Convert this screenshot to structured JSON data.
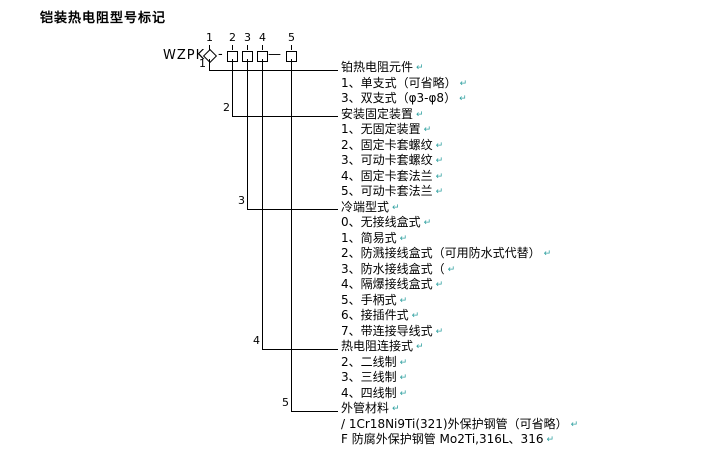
{
  "page": {
    "title": "铠装热电阻型号标记"
  },
  "formula": {
    "prefix": "WZPK",
    "hyphen": "-",
    "dash": "—",
    "callout_numbers": [
      "1",
      "2",
      "3",
      "4",
      "5"
    ]
  },
  "marks": {
    "return_char": "↵"
  },
  "colors": {
    "line": "#000000",
    "return_mark": "#2fa0a0",
    "background": "#ffffff",
    "text": "#000000"
  },
  "sections": [
    {
      "num": "1",
      "title": "铂热电阻元件",
      "items": [
        "1、单支式（可省略）",
        "3、双支式（φ3-φ8）"
      ]
    },
    {
      "num": "2",
      "title": "安装固定装置",
      "items": [
        "1、无固定装置",
        "2、固定卡套螺纹",
        "3、可动卡套螺纹",
        "4、固定卡套法兰",
        "5、可动卡套法兰"
      ]
    },
    {
      "num": "3",
      "title": "冷端型式",
      "items": [
        "0、无接线盒式",
        "1、简易式",
        "2、防溅接线盒式（可用防水式代替）",
        "3、防水接线盒式（",
        "4、隔爆接线盒式",
        "5、手柄式",
        "6、接插件式",
        "7、带连接导线式"
      ]
    },
    {
      "num": "4",
      "title": "热电阻连接式",
      "items": [
        "2、二线制",
        "3、三线制",
        "4、四线制"
      ]
    },
    {
      "num": "5",
      "title": "外管材料",
      "items": [
        "/ 1Cr18Ni9Ti(321)外保护钢管（可省略）",
        "F 防腐外保护钢管 Mo2Ti,316L、316"
      ]
    }
  ]
}
